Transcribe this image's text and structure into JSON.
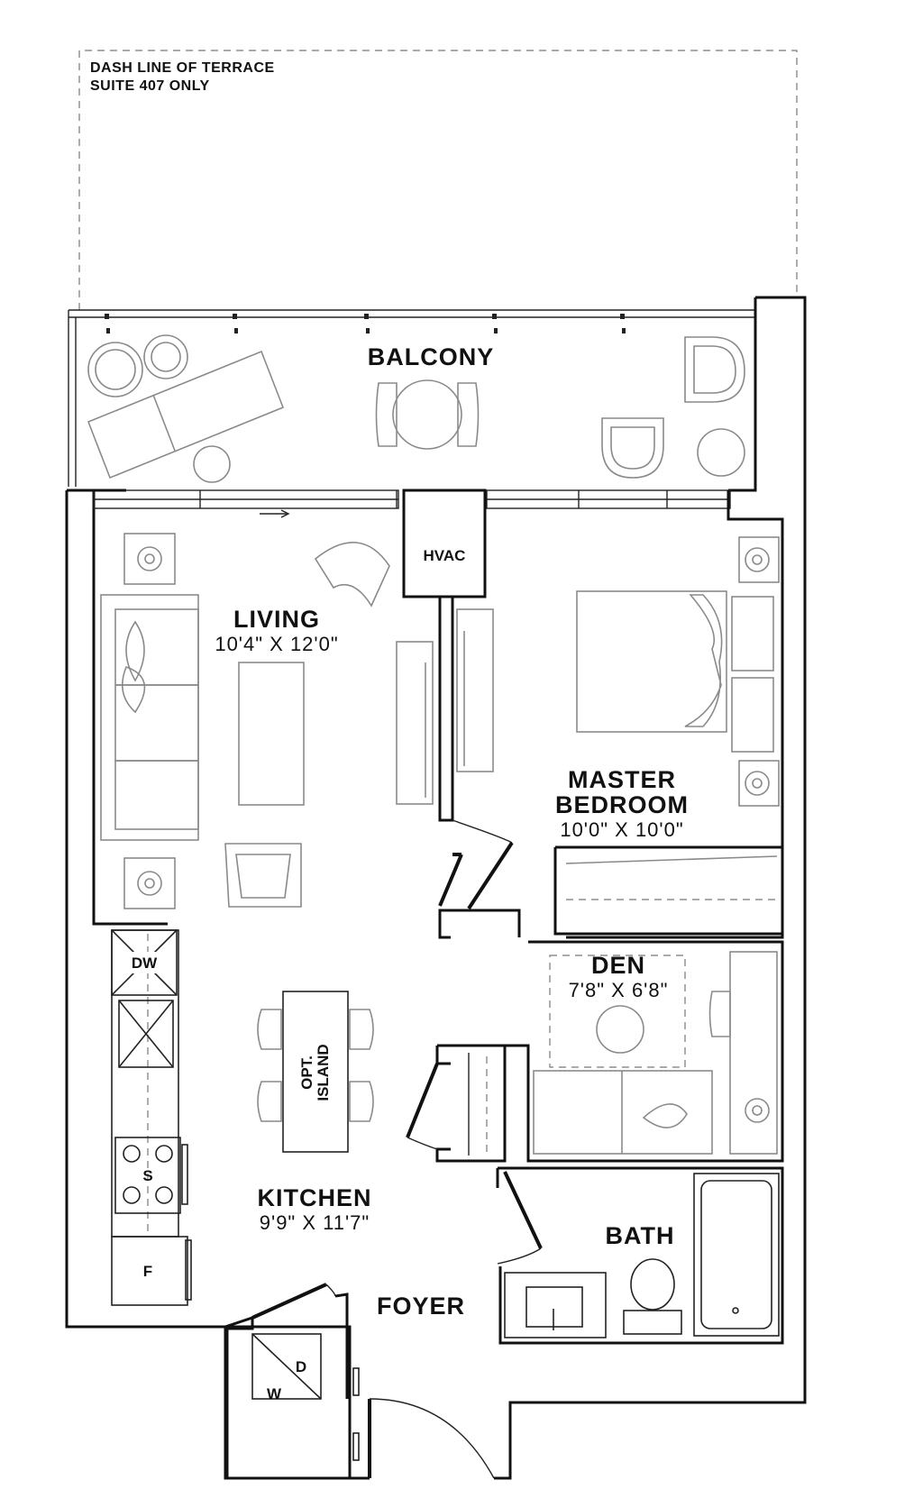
{
  "terrace_note": {
    "line1": "DASH LINE OF TERRACE",
    "line2": "SUITE 407 ONLY"
  },
  "rooms": {
    "balcony": {
      "name": "BALCONY"
    },
    "hvac": {
      "name": "HVAC"
    },
    "living": {
      "name": "LIVING",
      "size": "10'4\" X 12'0\""
    },
    "master_bedroom": {
      "name_line1": "MASTER",
      "name_line2": "BEDROOM",
      "size": "10'0\" X 10'0\""
    },
    "den": {
      "name": "DEN",
      "size": "7'8\" X 6'8\""
    },
    "kitchen": {
      "name": "KITCHEN",
      "size": "9'9\" X 11'7\""
    },
    "bath": {
      "name": "BATH"
    },
    "foyer": {
      "name": "FOYER"
    }
  },
  "fixtures": {
    "dishwasher": "DW",
    "stove": "S",
    "fridge": "F",
    "dryer": "D",
    "washer": "W",
    "island_line1": "OPT.",
    "island_line2": "ISLAND"
  }
}
